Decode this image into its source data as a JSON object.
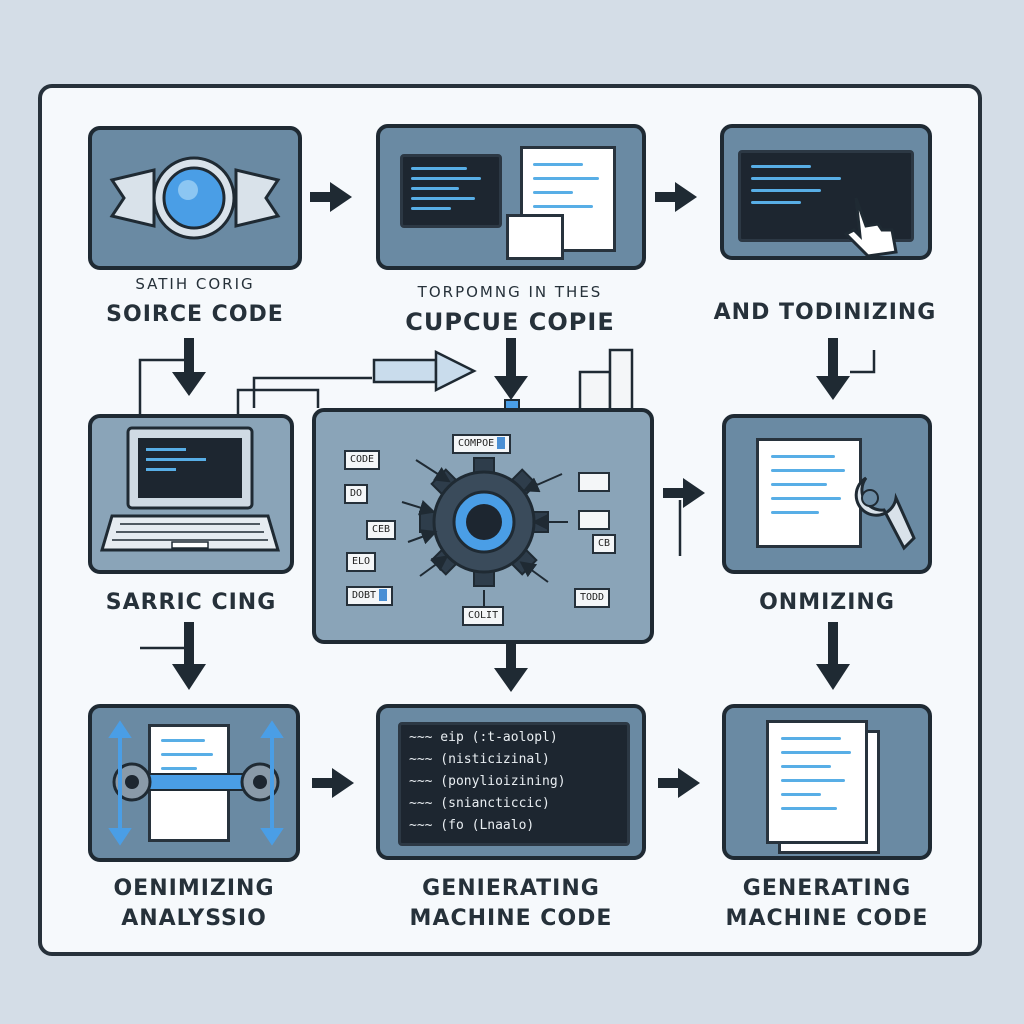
{
  "nodes": {
    "source": {
      "small": "SATIH CORIG",
      "big": "SOIRCE CODE"
    },
    "cupcue": {
      "small": "TORPOMNG IN THES",
      "big": "CUPCUE COPIE"
    },
    "tokenizing": {
      "big": "AND TODINIZING"
    },
    "laptop": {
      "big": "SARRIC CING"
    },
    "optimizing_right": {
      "big": "ONMIZING"
    },
    "analysis": {
      "line1": "OENIMIZING",
      "line2": "ANALYSSIO"
    },
    "generating_mid": {
      "line1": "GENIERATING",
      "line2": "MACHINE CODE"
    },
    "generating_right": {
      "line1": "GENERATING",
      "line2": "MACHINE CODE"
    }
  },
  "center": {
    "top_tag": "COMPOE",
    "left_tags": [
      "CODE",
      "DO",
      "CEB",
      "ELO",
      "DOBT"
    ],
    "right_tags": [
      "",
      "",
      "CB",
      "TODD"
    ],
    "bottom_tag": "COLIT"
  },
  "code_panel": {
    "lines": [
      "~~~ eip (:t-aolopl)",
      "~~~ (nisticizinal)",
      "~~~ (ponylioizining)",
      "~~~ (sniancticcic)",
      "~~~ (fo (Lnaalo)"
    ]
  },
  "colors": {
    "node_fill": "#6a8aa3",
    "node_fill_light": "#8aa4b8",
    "accent_blue": "#4a9ee6",
    "outline": "#1f2a33",
    "background": "#d4dde7"
  }
}
